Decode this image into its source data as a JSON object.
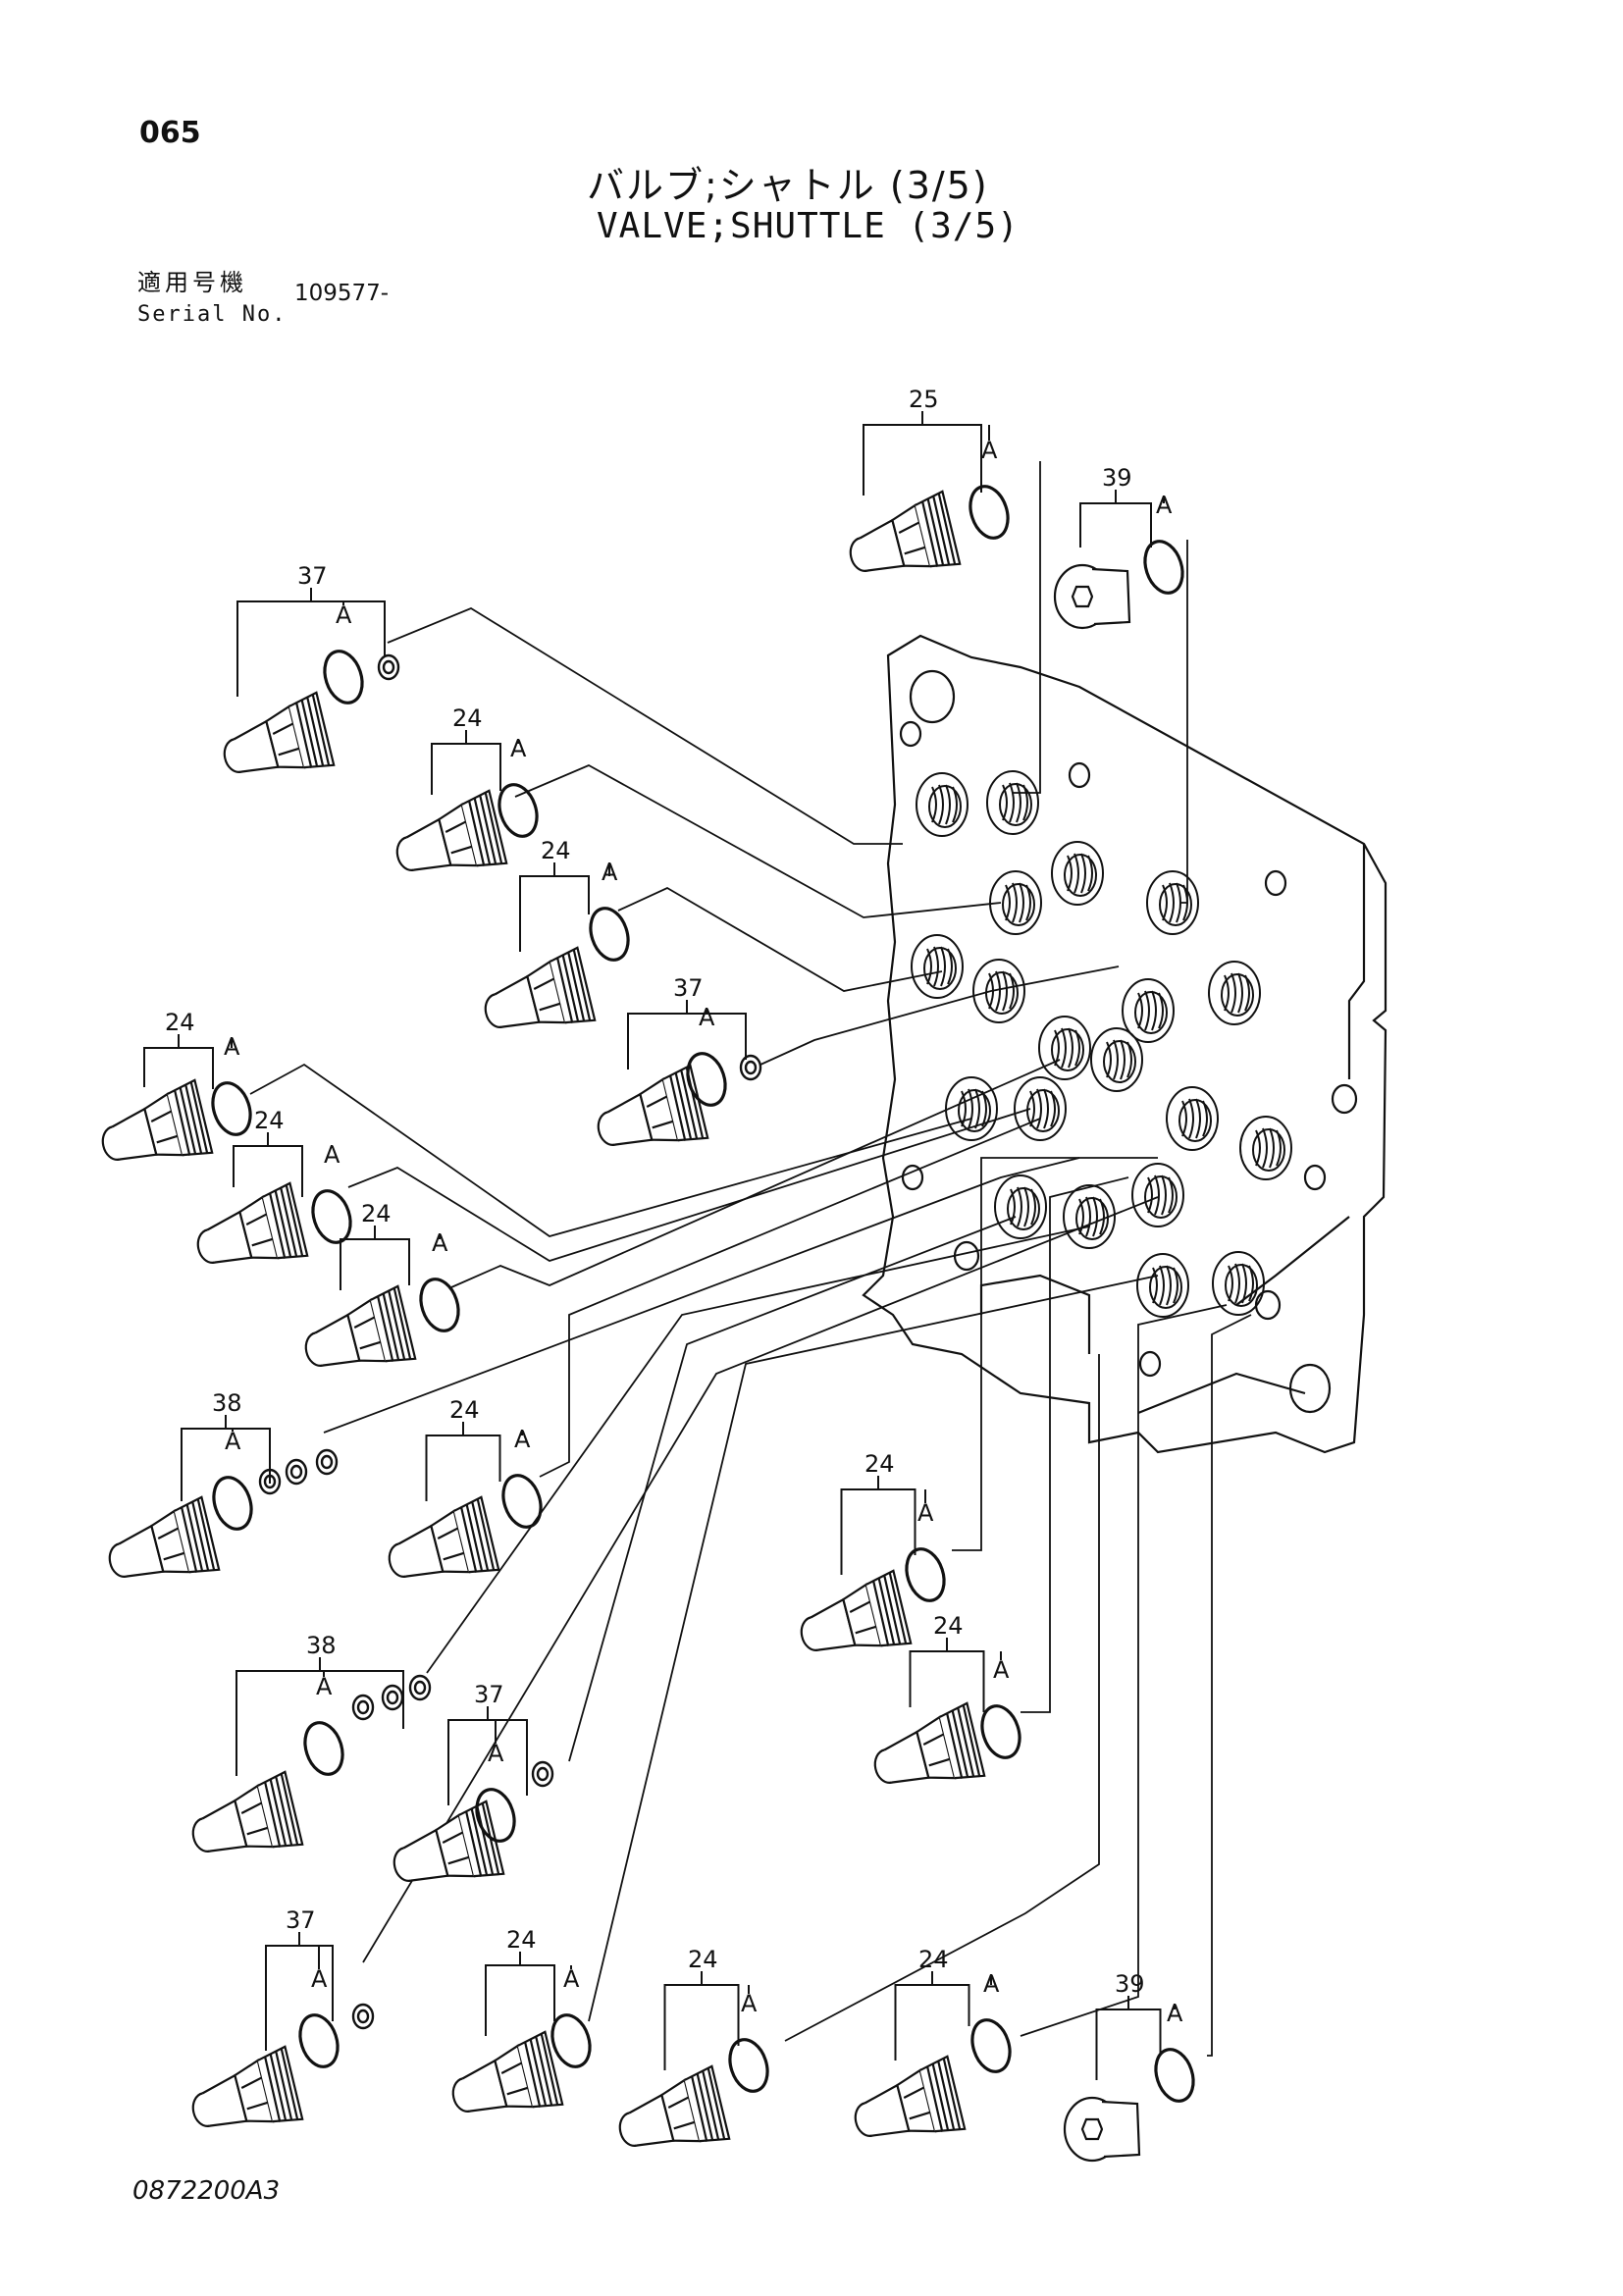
{
  "header": {
    "page_number": "065",
    "title_ja": "バルブ;シャトル (3/5)",
    "title_en": "VALVE;SHUTTLE (3/5)",
    "serial_label_ja": "適用号機",
    "serial_label_en": "Serial No.",
    "serial_value": "109577-"
  },
  "footer": {
    "drawing_code": "0872200A3"
  },
  "diagram": {
    "seal_letter": "A",
    "callouts": [
      {
        "id": "c1",
        "part": "25"
      },
      {
        "id": "c2",
        "part": "39"
      },
      {
        "id": "c3",
        "part": "37"
      },
      {
        "id": "c4",
        "part": "24"
      },
      {
        "id": "c5",
        "part": "24"
      },
      {
        "id": "c6",
        "part": "37"
      },
      {
        "id": "c7",
        "part": "24"
      },
      {
        "id": "c8",
        "part": "24"
      },
      {
        "id": "c9",
        "part": "24"
      },
      {
        "id": "c10",
        "part": "38"
      },
      {
        "id": "c11",
        "part": "24"
      },
      {
        "id": "c12",
        "part": "24"
      },
      {
        "id": "c13",
        "part": "24"
      },
      {
        "id": "c14",
        "part": "38"
      },
      {
        "id": "c15",
        "part": "37"
      },
      {
        "id": "c16",
        "part": "37"
      },
      {
        "id": "c17",
        "part": "24"
      },
      {
        "id": "c18",
        "part": "24"
      },
      {
        "id": "c19",
        "part": "24"
      },
      {
        "id": "c20",
        "part": "39"
      }
    ]
  }
}
